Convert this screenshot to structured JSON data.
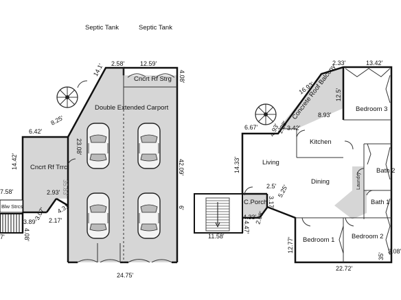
{
  "labels": {
    "septic_tank_1": "Septic Tank",
    "septic_tank_2": "Septic Tank",
    "cncrt_rf_strg": "Cncrt Rf Strg",
    "double_extended_carport": "Double Extended Carport",
    "cncrt_rf_trrc": "Cncrt Rf Trrc",
    "blw_strcs": "Blw Strcs",
    "concrete_roof_balcony": "Concrete Roof Balcony",
    "bedroom_3": "Bedroom 3",
    "kitchen": "Kitchen",
    "living": "Living",
    "dining": "Dining",
    "bath_2": "Bath 2",
    "laundry": "Laundry",
    "bath_1": "Bath 1",
    "c_porch": "C.Porch",
    "bedroom_1": "Bedroom 1",
    "bedroom_2": "Bedroom 2"
  },
  "dimensions": {
    "d_2_58": "2.58'",
    "d_12_59": "12.59'",
    "d_4_08_top": "4.08'",
    "d_14_1": "14.1'",
    "d_8_25": "8.25'",
    "d_6_42": "6.42'",
    "d_23_08": "23.08'",
    "d_42_09": "42.09'",
    "d_14_42": "14.42'",
    "d_7_58": "7.58'",
    "d_2_93": "2.93'",
    "d_35_83": "35.83'",
    "d_3_89": "3.89'",
    "d_3_07": "3.07'",
    "d_2_17": "2.17'",
    "d_4_31": "4.31'",
    "d_4_08_left": "4.08'",
    "d_7": "7'",
    "d_6": "6'",
    "d_24_75": "24.75'",
    "d_2_33": "2.33'",
    "d_13_42": "13.42'",
    "d_16_93": "16.93'",
    "d_12_5": "12.5'",
    "d_8_93": "8.93'",
    "d_6_67": "6.67'",
    "d_4_93": "4.93'",
    "d_1_28": "1.28'",
    "d_3_42": "3.42'",
    "d_14_33": "14.33'",
    "d_2_5": "2.5'",
    "d_5_25": "5.25'",
    "d_3_17": "3.17'",
    "d_2_08": "2.08'",
    "d_4_33": "4.33'",
    "d_4_47": "4.47'",
    "d_11_58": "11.58'",
    "d_12_77": "12.77'",
    "d_35": "35'",
    "d_3_08": "3.08'",
    "d_22_72": "22.72'"
  },
  "colors": {
    "wall": "#111111",
    "fill_grey": "#d6d6d6",
    "background": "#ffffff"
  },
  "icons": [
    "spiral-staircase-icon",
    "car-icon",
    "straight-staircase-icon",
    "door-swing-icon"
  ]
}
